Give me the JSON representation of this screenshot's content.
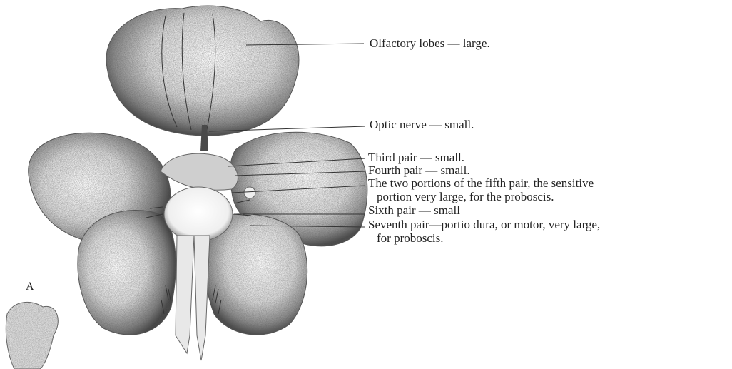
{
  "figure": {
    "panel_letter": "A",
    "labels": {
      "olfactory": "Olfactory lobes — large.",
      "optic": "Optic nerve — small.",
      "third": "Third pair — small.",
      "fourth": "Fourth pair — small.",
      "fifth_line1": "The two portions of the fifth pair, the sensitive",
      "fifth_line2": "portion very large, for the proboscis.",
      "sixth": "Sixth pair — small",
      "seventh_line1": "Seventh pair—portio dura, or motor, very large,",
      "seventh_line2": "for proboscis."
    }
  }
}
